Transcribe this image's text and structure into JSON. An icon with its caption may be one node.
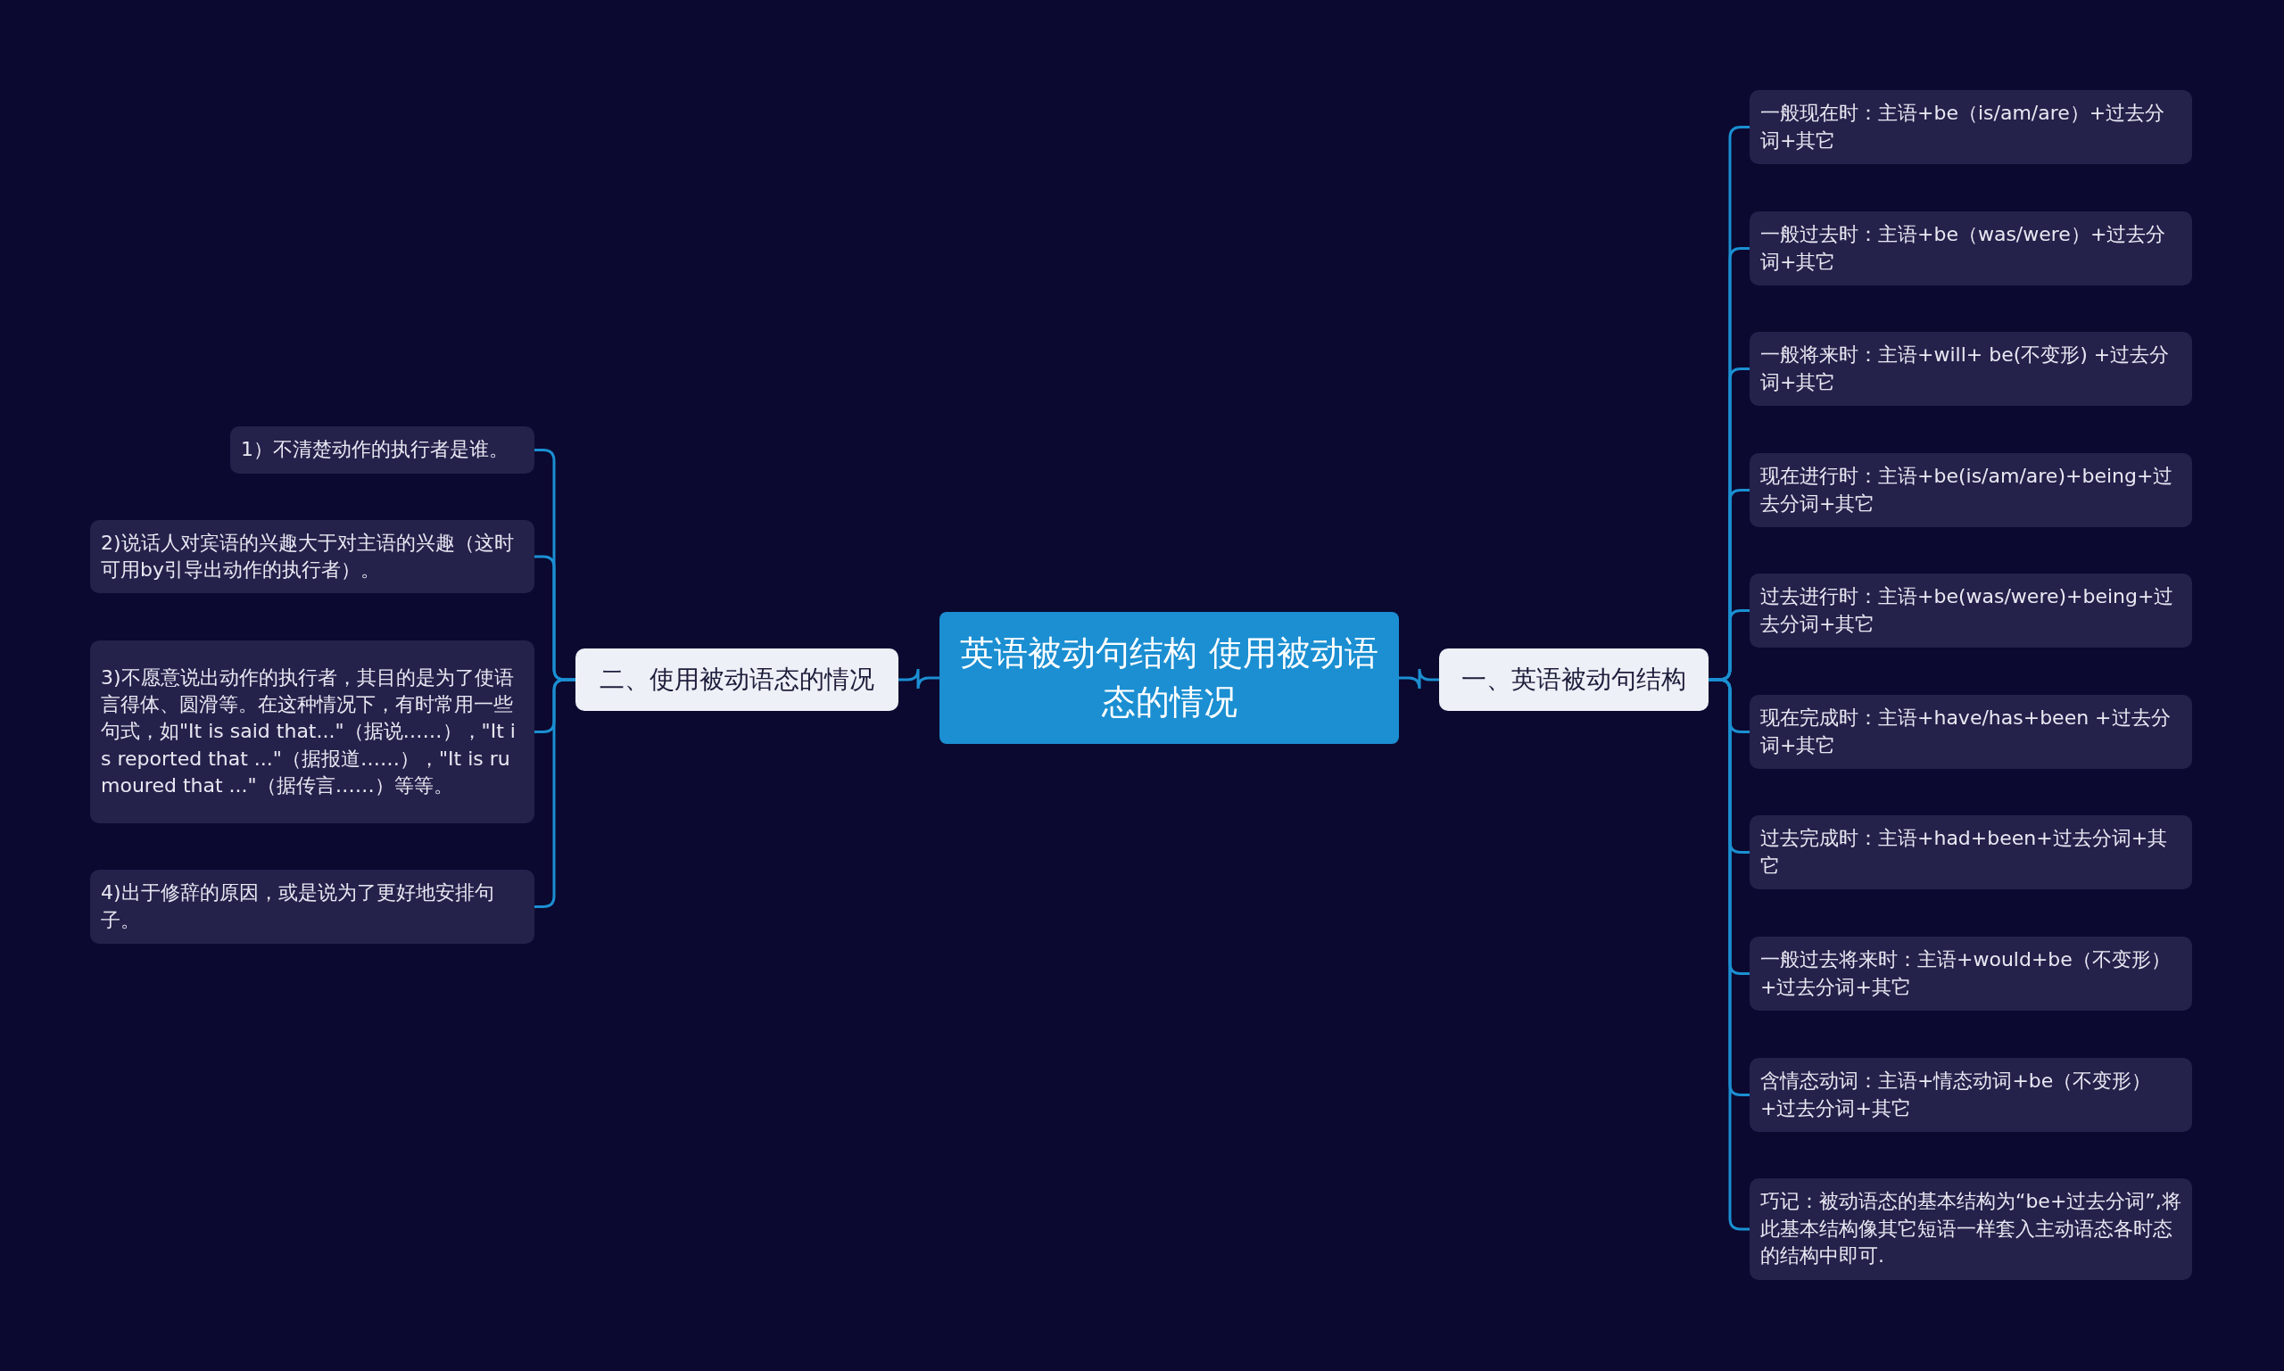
{
  "diagram": {
    "nodes": [
      {
        "text": [
          "英语被动句结构 使用被动语态的情况"
        ]
      },
      {
        "text": [
          "一、英语被动句结构"
        ]
      },
      {
        "text": [
          "一般现在时：主语+be（is/am/are）+过去分词+其它"
        ]
      },
      {
        "text": [
          "一般过去时：主语+be（was/were）+过去分词+其它"
        ]
      },
      {
        "text": [
          "一般将来时：主语+will+ be(不变形) +过去分词+其它"
        ]
      },
      {
        "text": [
          "现在进行时：主语+be(is/am/are)+being+过去分词+其它"
        ]
      },
      {
        "text": [
          "过去进行时：主语+be(was/were)+being+过去分词+其它"
        ]
      },
      {
        "text": [
          "现在完成时：主语+have/has+been +过去分词+其它"
        ]
      },
      {
        "text": [
          "过去完成时：主语+had+been+过去分词+其它"
        ]
      },
      {
        "text": [
          "一般过去将来时：主语+would+be（不变形）+过去分词+其它"
        ]
      },
      {
        "text": [
          "含情态动词：主语+情态动词+be（不变形）+过去分词+其它"
        ]
      },
      {
        "text": [
          "巧记：被动语态的基本结构为“be+过去分词”,将此基本结构像其它短语一样套入主动语态各时态的结构中即可."
        ]
      },
      {
        "text": [
          "二、使用被动语态的情况"
        ]
      },
      {
        "text": [
          "1）不清楚动作的执行者是谁。"
        ]
      },
      {
        "text": [
          "2)说话人对宾语的兴趣大于对主语的兴趣（这时可用by引导出动作的执行者）。"
        ]
      },
      {
        "text": [
          "3)不愿意说出动作的执行者，其目的是为了使语言得体、圆滑等。在这种情况下，有时常用一些句式，如\"It is said that...\"（据说……），\"It is reported that ...\"（据报道……），\"It is rumoured that ...\"（据传言……）等等。"
        ]
      },
      {
        "text": [
          "4)出于修辞的原因，或是说为了更好地安排句子。"
        ]
      }
    ],
    "edges": [
      {
        "from": 0,
        "to": 1,
        "arrow": "none"
      },
      {
        "from": 1,
        "to": 2,
        "arrow": "none"
      },
      {
        "from": 1,
        "to": 3,
        "arrow": "none"
      },
      {
        "from": 1,
        "to": 4,
        "arrow": "none"
      },
      {
        "from": 1,
        "to": 5,
        "arrow": "none"
      },
      {
        "from": 1,
        "to": 6,
        "arrow": "none"
      },
      {
        "from": 1,
        "to": 7,
        "arrow": "none"
      },
      {
        "from": 1,
        "to": 8,
        "arrow": "none"
      },
      {
        "from": 1,
        "to": 9,
        "arrow": "none"
      },
      {
        "from": 1,
        "to": 10,
        "arrow": "none"
      },
      {
        "from": 1,
        "to": 11,
        "arrow": "none"
      },
      {
        "from": 0,
        "to": 12,
        "arrow": "none"
      },
      {
        "from": 12,
        "to": 13,
        "arrow": "none"
      },
      {
        "from": 12,
        "to": 14,
        "arrow": "none"
      },
      {
        "from": 12,
        "to": 15,
        "arrow": "none"
      },
      {
        "from": 12,
        "to": 16,
        "arrow": "none"
      }
    ]
  }
}
